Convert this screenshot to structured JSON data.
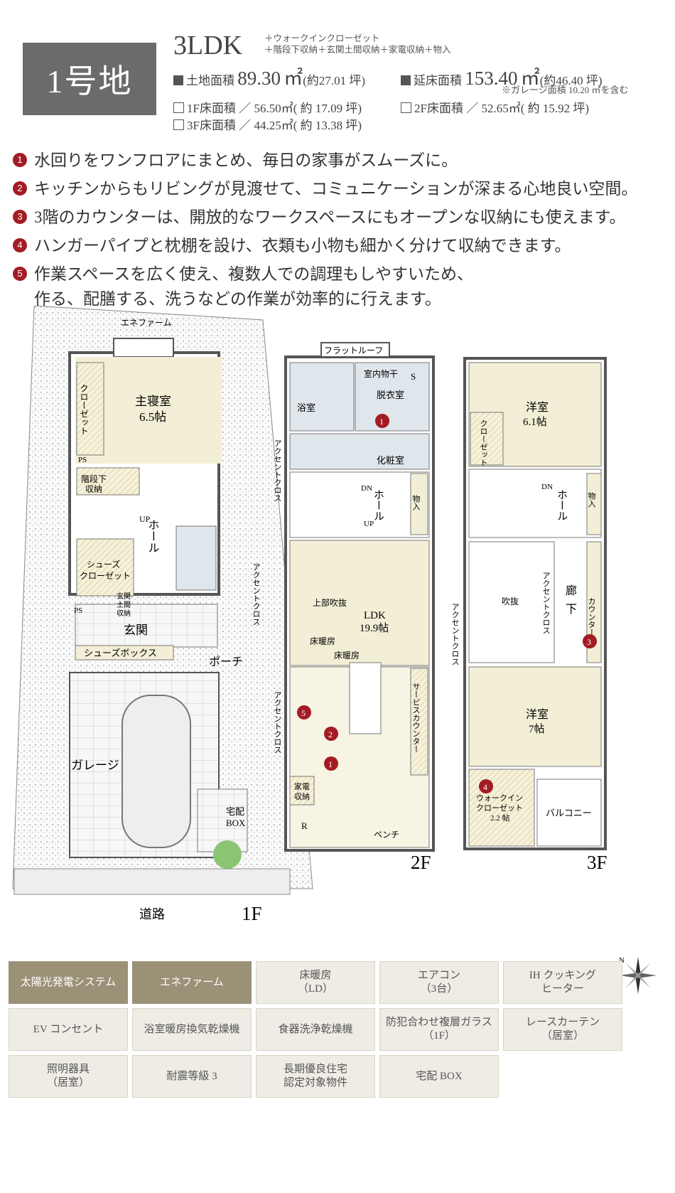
{
  "header": {
    "lot_label": "1号地",
    "layout_type": "3LDK",
    "extras_line1": "＋ウォークインクローゼット",
    "extras_line2": "＋階段下収納＋玄関土間収納＋家電収納＋物入",
    "land_area_label": "土地面積",
    "land_area_value": "89.30",
    "land_area_unit": "㎡",
    "land_area_tsubo": "(約27.01 坪)",
    "floor_area_label": "延床面積",
    "floor_area_value": "153.40",
    "floor_area_unit": "㎡",
    "floor_area_tsubo": "(約46.40 坪)",
    "garage_note": "※ガレージ面積 10.20 ㎡を含む",
    "f1_area": "1F床面積 ／ 56.50㎡( 約 17.09 坪)",
    "f2_area": "2F床面積 ／ 52.65㎡( 約 15.92 坪)",
    "f3_area": "3F床面積 ／ 44.25㎡( 約 13.38 坪)"
  },
  "features": [
    {
      "num": "1",
      "text": "水回りをワンフロアにまとめ、毎日の家事がスムーズに。"
    },
    {
      "num": "2",
      "text": "キッチンからもリビングが見渡せて、コミュニケーションが深まる心地良い空間。"
    },
    {
      "num": "3",
      "text": "3階のカウンターは、開放的なワークスペースにもオープンな収納にも使えます。"
    },
    {
      "num": "4",
      "text": "ハンガーパイプと枕棚を設け、衣類も小物も細かく分けて収納できます。"
    },
    {
      "num": "5",
      "text": "作業スペースを広く使え、複数人での調理もしやすいため、"
    },
    {
      "num": "",
      "text": "作る、配膳する、洗うなどの作業が効率的に行えます。"
    }
  ],
  "plan": {
    "f1": {
      "label": "1F",
      "road": "道路",
      "enefarm": "エネファーム",
      "closet": "クローゼット",
      "master": "主寝室",
      "master_size": "6.5帖",
      "ps": "PS",
      "under_stair": "階段下",
      "under_stair2": "収納",
      "up": "UP",
      "hall": "ホール",
      "shoes_closet": "シューズ",
      "shoes_closet2": "クローゼット",
      "genkan_storage": "玄関",
      "genkan_storage2": "土間",
      "genkan_storage3": "収納",
      "ps2": "PS",
      "genkan": "玄関",
      "shoes_box": "シューズボックス",
      "porch": "ポーチ",
      "garage": "ガレージ",
      "delivery": "宅配",
      "delivery2": "BOX",
      "accent": "アクセントクロス"
    },
    "f2": {
      "label": "2F",
      "flat_roof": "フラットルーフ",
      "drying": "室内物干",
      "s": "S",
      "dressing": "脱衣室",
      "bath": "浴室",
      "vanity": "化粧室",
      "accent": "アクセントクロス",
      "dn": "DN",
      "up": "UP",
      "hall": "ホール",
      "storage": "物入",
      "void": "上部吹抜",
      "ldk": "LDK",
      "ldk_size": "19.9帖",
      "floor_heat": "床暖房",
      "floor_heat2": "床暖房",
      "service_counter": "サービスカウンター",
      "appliance": "家電",
      "appliance2": "収納",
      "r": "R",
      "bench": "ベンチ",
      "accent2": "アクセントクロス",
      "marker1": "1",
      "marker2": "2",
      "marker5": "5",
      "marker1b": "1"
    },
    "f3": {
      "label": "3F",
      "room1": "洋室",
      "room1_size": "6.1帖",
      "closet": "クローゼット",
      "dn": "DN",
      "hall": "ホール",
      "storage": "物入",
      "void": "吹抜",
      "accent": "アクセントクロス",
      "accent2": "アクセントクロス",
      "corridor": "廊",
      "corridor2": "下",
      "counter": "カウンター",
      "room2": "洋室",
      "room2_size": "7帖",
      "wic": "ウォークイン",
      "wic2": "クローゼット",
      "wic_size": "2.2 帖",
      "balcony": "バルコニー",
      "marker3": "3",
      "marker4": "4"
    }
  },
  "compass_label": "N",
  "equipment": [
    {
      "label": "太陽光発電システム",
      "style": "dark"
    },
    {
      "label": "エネファーム",
      "style": "dark"
    },
    {
      "label": "床暖房\n（LD）",
      "style": "light"
    },
    {
      "label": "エアコン\n（3台）",
      "style": "light"
    },
    {
      "label": "IH クッキング\nヒーター",
      "style": "light"
    },
    {
      "label": "EV コンセント",
      "style": "light"
    },
    {
      "label": "浴室暖房換気乾燥機",
      "style": "light"
    },
    {
      "label": "食器洗浄乾燥機",
      "style": "light"
    },
    {
      "label": "防犯合わせ複層ガラス\n（1F）",
      "style": "light"
    },
    {
      "label": "レースカーテン\n（居室）",
      "style": "light"
    },
    {
      "label": "照明器具\n（居室）",
      "style": "light"
    },
    {
      "label": "耐震等級 3",
      "style": "light"
    },
    {
      "label": "長期優良住宅\n認定対象物件",
      "style": "light"
    },
    {
      "label": "宅配 BOX",
      "style": "light"
    }
  ],
  "colors": {
    "badge": "#6b6b6b",
    "marker": "#a31c24",
    "room_fill": "#f3efd6",
    "wet_fill": "#dfe6ec",
    "chip_dark": "#9b9177",
    "chip_light": "#eeece4"
  }
}
